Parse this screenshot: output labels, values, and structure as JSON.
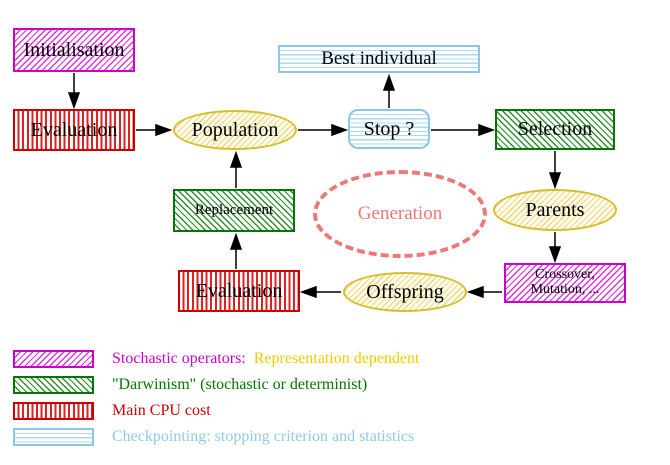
{
  "diagram": {
    "title_semantic": "Evolutionary algorithm flowchart",
    "nodes": {
      "initialisation": {
        "label": "Initialisation"
      },
      "evaluation_top": {
        "label": "Evaluation"
      },
      "population": {
        "label": "Population"
      },
      "best_individual": {
        "label": "Best individual"
      },
      "stop": {
        "label": "Stop ?"
      },
      "selection": {
        "label": "Selection"
      },
      "replacement": {
        "label": "Replacement"
      },
      "generation": {
        "label": "Generation"
      },
      "parents": {
        "label": "Parents"
      },
      "crossover_mutation": {
        "line1": "Crossover,",
        "line2": "Mutation, ..."
      },
      "offspring": {
        "label": "Offspring"
      },
      "evaluation_bottom": {
        "label": "Evaluation"
      }
    },
    "colors": {
      "stochastic_magenta": "#cc00cc",
      "darwinism_green": "#007700",
      "cpu_cost_red": "#cc0000",
      "checkpoint_cyan": "#8ec6e2",
      "yellow_node_border": "#d6bd2e",
      "generation_salmon": "#ee7777",
      "representation_gold": "#eecc00",
      "arrow_black": "#000000"
    }
  },
  "legend": {
    "items": [
      {
        "swatch": "magenta-diagonal-hatch",
        "label": "Stochastic operators:",
        "label_suffix": "Representation dependent"
      },
      {
        "swatch": "green-diagonal-hatch",
        "label": "\"Darwinism\" (stochastic or determinist)"
      },
      {
        "swatch": "red-vertical-stripes",
        "label": "Main CPU cost"
      },
      {
        "swatch": "cyan-horizontal-stripes",
        "label": "Checkpointing: stopping criterion and statistics"
      }
    ]
  }
}
